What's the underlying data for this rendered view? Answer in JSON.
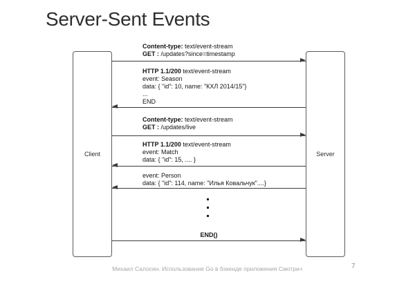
{
  "slide": {
    "title": "Server-Sent Events",
    "footer": {
      "credit": "Михаил Салосин.  Использование Go в бэкенде приложения  Смотри+",
      "page": "7"
    }
  },
  "diagram": {
    "client_label": "Client",
    "server_label": "Server",
    "ellipsis": "vertical-dots",
    "line_color": "#3a3a3a",
    "messages": [
      {
        "direction": "right",
        "lines": [
          {
            "bold": "Content-type:",
            "text": " text/event-stream"
          },
          {
            "bold": "GET :",
            "text": " /updates?since=timestamp"
          }
        ]
      },
      {
        "direction": "left",
        "lines": [
          {
            "bold": "HTTP 1.1/200",
            "text": " text/event-stream"
          },
          {
            "bold": "",
            "text": "event: Season"
          },
          {
            "bold": "",
            "text": "data: { \"id\": 10, name: \"КХЛ 2014/15\"}"
          },
          {
            "bold": "",
            "text": "..."
          },
          {
            "bold": "",
            "text": "END"
          }
        ]
      },
      {
        "direction": "right",
        "lines": [
          {
            "bold": "Content-type:",
            "text": " text/event-stream"
          },
          {
            "bold": "GET :",
            "text": " /updates/live"
          }
        ]
      },
      {
        "direction": "left",
        "lines": [
          {
            "bold": "HTTP 1.1/200",
            "text": " text/event-stream"
          },
          {
            "bold": "",
            "text": "event: Match"
          },
          {
            "bold": "",
            "text": "data: { \"id\": 15, .... }"
          }
        ]
      },
      {
        "direction": "left",
        "lines": [
          {
            "bold": "",
            "text": "event: Person"
          },
          {
            "bold": "",
            "text": "data: { \"id\": 114, name: \"Илья Ковальчук\"....}"
          }
        ]
      },
      {
        "direction": "right",
        "lines": [
          {
            "bold": "END()",
            "text": ""
          }
        ]
      }
    ]
  }
}
